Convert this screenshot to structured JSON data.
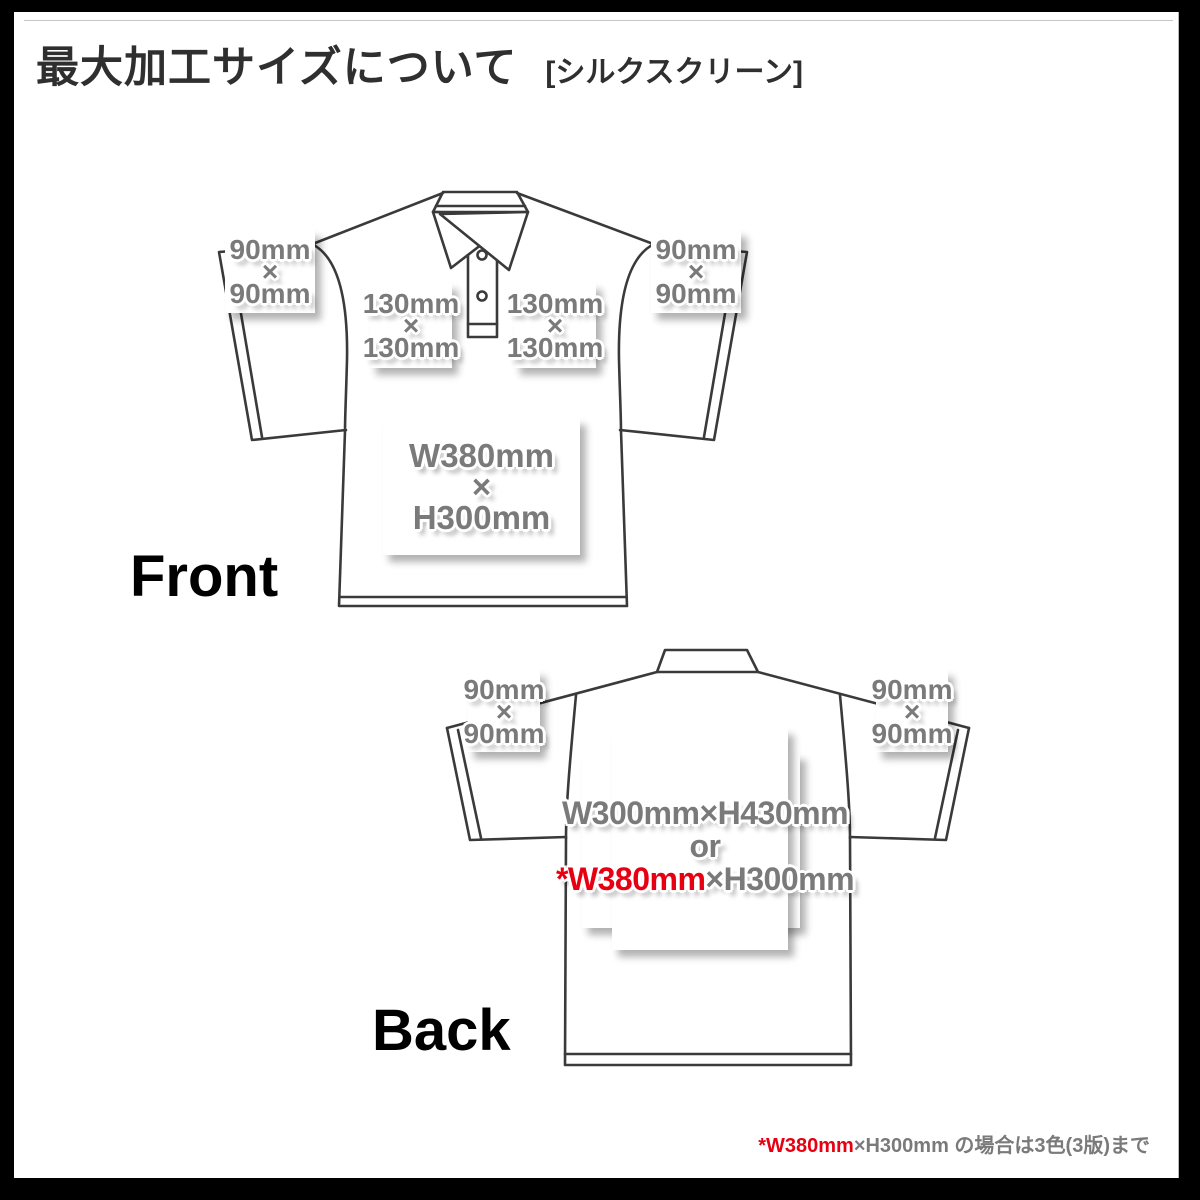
{
  "title": {
    "main": "最大加工サイズについて",
    "bracket": "[シルクスクリーン]"
  },
  "front": {
    "section_label": "Front",
    "sleeve_left": {
      "line1": "90mm",
      "line2": "×",
      "line3": "90mm"
    },
    "sleeve_right": {
      "line1": "90mm",
      "line2": "×",
      "line3": "90mm"
    },
    "chest_left": {
      "line1": "130mm",
      "line2": "×",
      "line3": "130mm"
    },
    "chest_right": {
      "line1": "130mm",
      "line2": "×",
      "line3": "130mm"
    },
    "center": {
      "line1": "W380mm",
      "line2": "×",
      "line3": "H300mm"
    }
  },
  "back": {
    "section_label": "Back",
    "sleeve_left": {
      "line1": "90mm",
      "line2": "×",
      "line3": "90mm"
    },
    "sleeve_right": {
      "line1": "90mm",
      "line2": "×",
      "line3": "90mm"
    },
    "center": {
      "line1": "W300mm×H430mm",
      "line2": "or",
      "line3_red": "*W380mm",
      "line3_gray": "×H300mm"
    }
  },
  "footnote": {
    "red": "*W380mm",
    "rest": "×H300mm の場合は3色(3版)まで"
  },
  "colors": {
    "accent_red": "#e60012",
    "label_gray": "#7a7a7a",
    "outline_dark": "#3a3a3a",
    "frame_black": "#000000"
  }
}
